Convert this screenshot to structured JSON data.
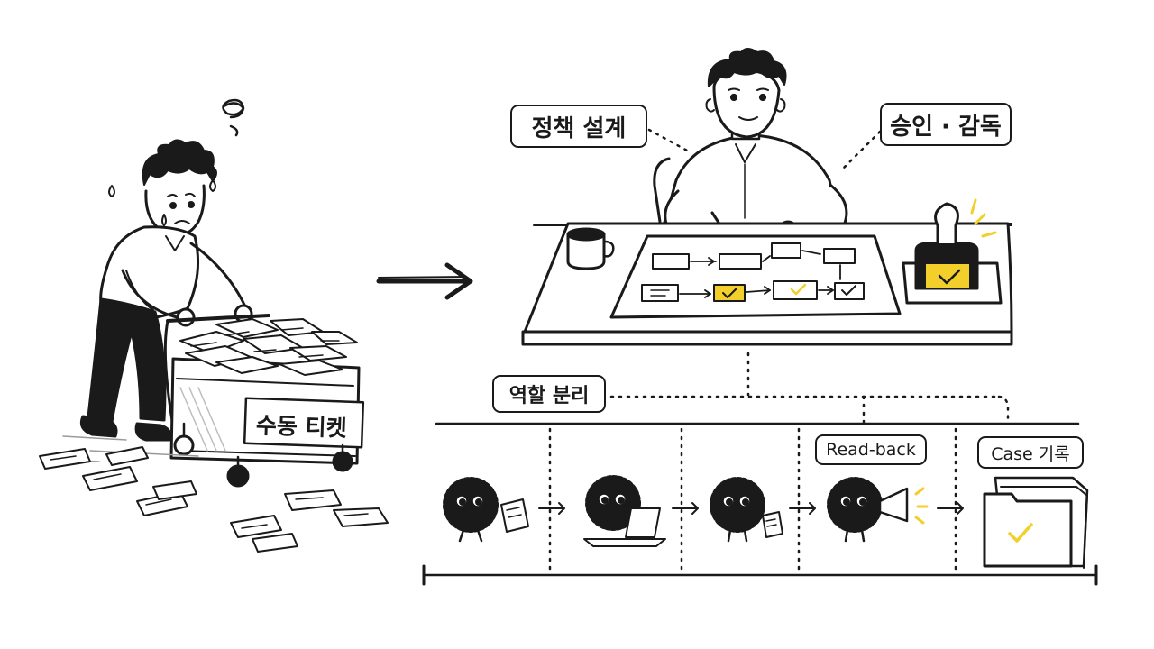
{
  "colors": {
    "ink": "#1a1a1a",
    "highlight": "#f2cf2a",
    "paper": "#ffffff",
    "shade": "#e9e9e9"
  },
  "labels": {
    "manual_tickets": "수동 티켓",
    "policy_design": "정책 설계",
    "approval_oversight": "승인 · 감독",
    "role_separation": "역할 분리",
    "read_back": "Read-back",
    "case_record": "Case 기록"
  },
  "icons": [
    "stressed-worker-icon",
    "overloaded-cart-icon",
    "transition-arrow-icon",
    "coffee-mug-icon",
    "workflow-board-icon",
    "approval-stamp-icon",
    "creature-with-document-icon",
    "creature-with-laptop-icon",
    "creature-reading-icon",
    "creature-with-megaphone-icon",
    "case-folder-icon"
  ]
}
